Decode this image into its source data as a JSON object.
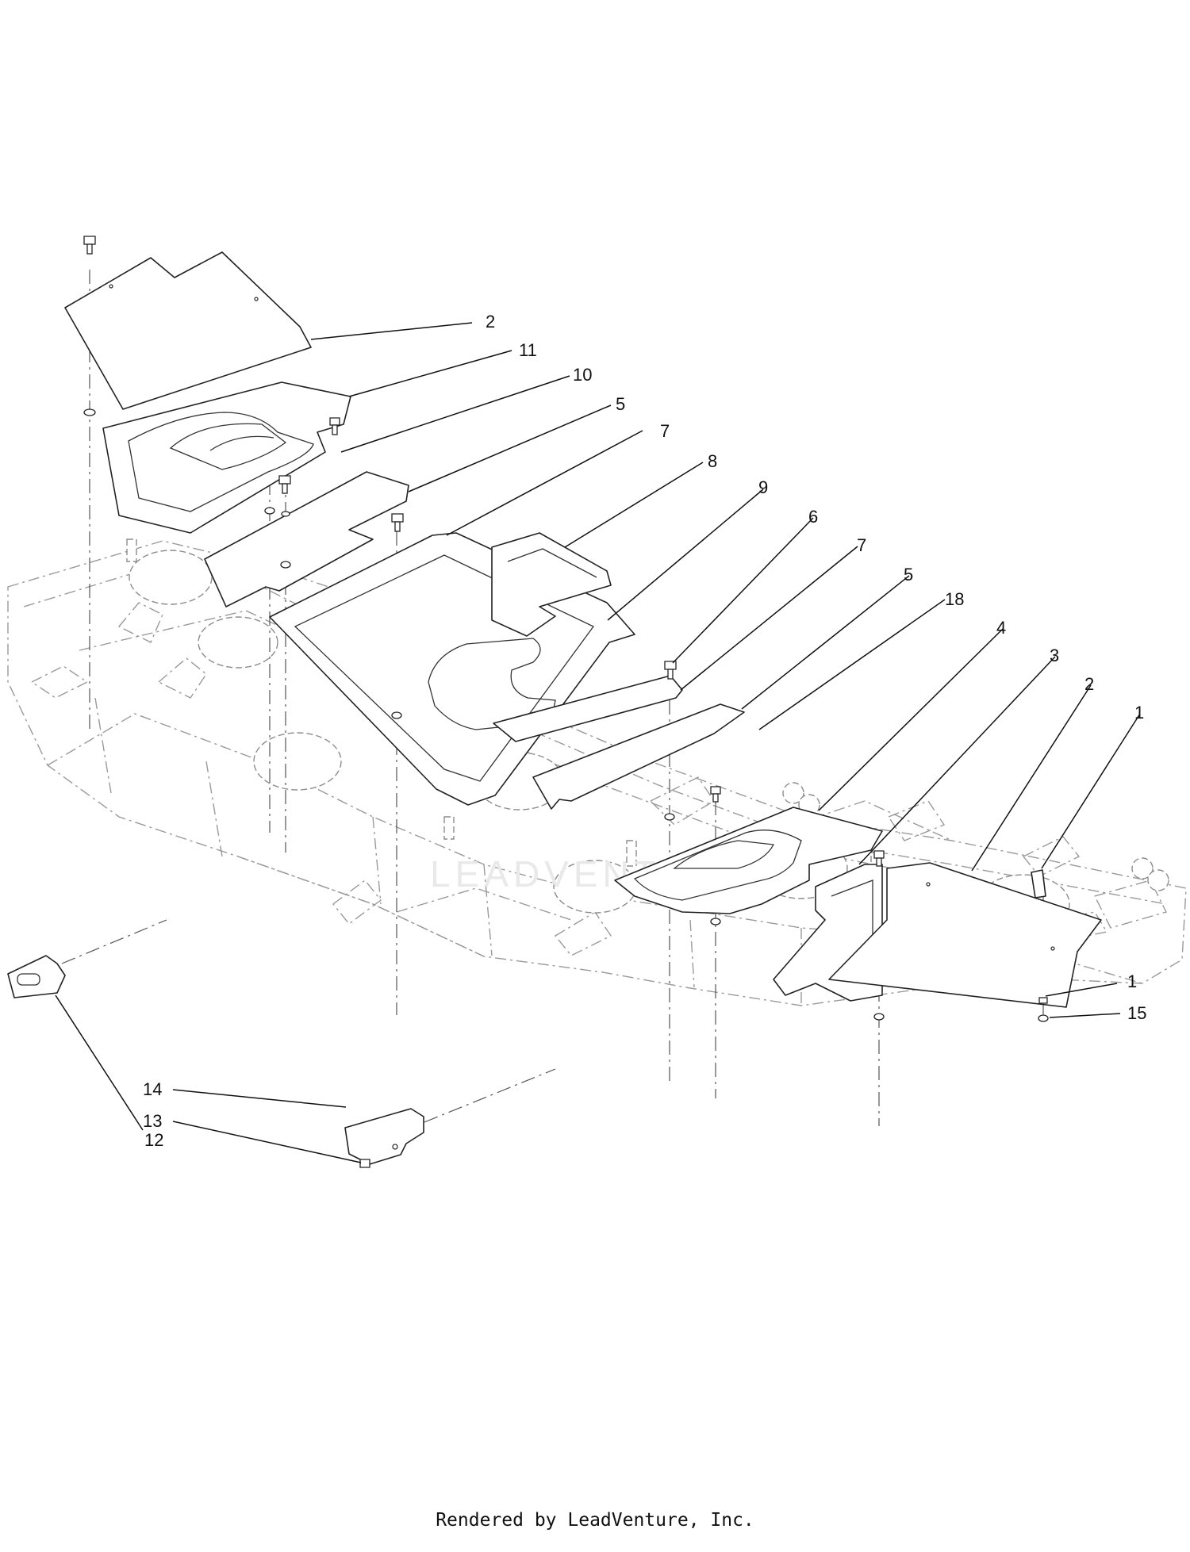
{
  "callouts": [
    {
      "label": "2"
    },
    {
      "label": "11"
    },
    {
      "label": "10"
    },
    {
      "label": "5"
    },
    {
      "label": "7"
    },
    {
      "label": "8"
    },
    {
      "label": "9"
    },
    {
      "label": "6"
    },
    {
      "label": "7"
    },
    {
      "label": "5"
    },
    {
      "label": "18"
    },
    {
      "label": "4"
    },
    {
      "label": "3"
    },
    {
      "label": "2"
    },
    {
      "label": "1"
    },
    {
      "label": "1"
    },
    {
      "label": "15"
    },
    {
      "label": "12"
    },
    {
      "label": "14"
    },
    {
      "label": "13"
    }
  ],
  "watermark": "LEADVENTURE",
  "footer": {
    "credit": "Rendered by LeadVenture, Inc."
  }
}
